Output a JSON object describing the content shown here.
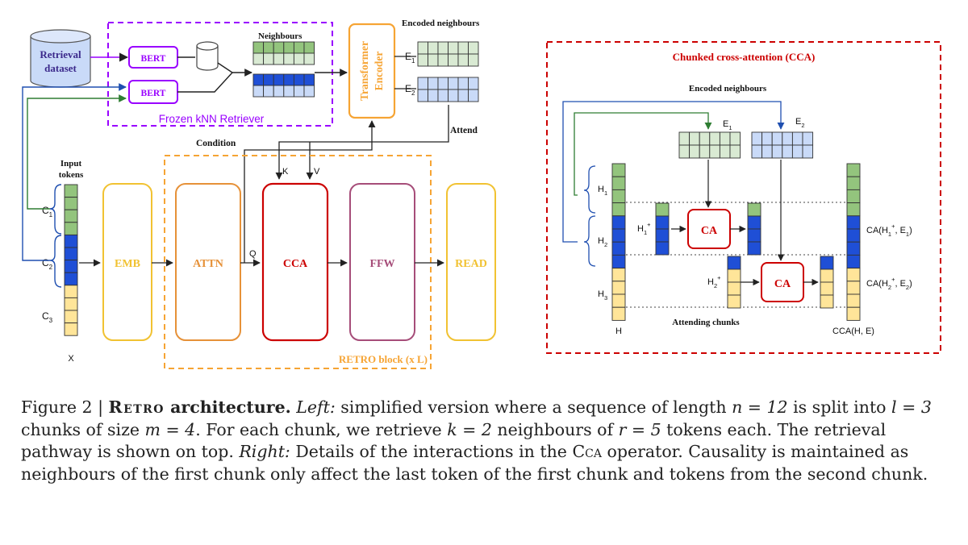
{
  "left": {
    "retrieval_dataset": [
      "Retrieval",
      "dataset"
    ],
    "bert_label": "BERT",
    "neighbours_label": "Neighbours",
    "frozen_retriever_label": "Frozen kNN Retriever",
    "transformer_encoder": [
      "Transformer",
      "Encoder"
    ],
    "encoded_neighbours_label": "Encoded neighbours",
    "e1": "E",
    "e1_sub": "1",
    "e2": "E",
    "e2_sub": "2",
    "attend_label": "Attend",
    "condition_label": "Condition",
    "input_tokens": [
      "Input",
      "tokens"
    ],
    "chunks": [
      {
        "label": "C",
        "sub": "1"
      },
      {
        "label": "C",
        "sub": "2"
      },
      {
        "label": "C",
        "sub": "3"
      }
    ],
    "x_label": "X",
    "blocks": {
      "emb": "EMB",
      "attn": "ATTN",
      "cca": "CCA",
      "ffw": "FFW",
      "read": "READ"
    },
    "k_label": "K",
    "v_label": "V",
    "q_label": "Q",
    "retro_block_label": "RETRO block (x L)"
  },
  "right": {
    "title": "Chunked cross-attention (CCA)",
    "encoded_neighbours_label": "Encoded neighbours",
    "e1": "E",
    "e1_sub": "1",
    "e2": "E",
    "e2_sub": "2",
    "h1": "H",
    "h1_sub": "1",
    "h2": "H",
    "h2_sub": "2",
    "h3": "H",
    "h3_sub": "3",
    "h1plus": "H",
    "h1plus_sub": "1",
    "h1plus_sup": "+",
    "h2plus": "H",
    "h2plus_sub": "2",
    "h2plus_sup": "+",
    "ca_label": "CA",
    "ca_out1": [
      "CA(H",
      "1",
      "+",
      ", E",
      "1",
      ")"
    ],
    "ca_out2": [
      "CA(H",
      "2",
      "+",
      ", E",
      "2",
      ")"
    ],
    "h_label": "H",
    "attending_chunks_label": "Attending chunks",
    "cca_out_label": "CCA(H, E)"
  },
  "caption": {
    "fig": "Figure 2 | ",
    "retro": "Retro",
    "arch": " architecture.",
    "left_label": " Left:",
    "text1": " simplified version where a sequence of length ",
    "n_eq": "n = 12",
    "text2": " is split into ",
    "l_eq": "l = 3",
    "text3": " chunks of size ",
    "m_eq": "m = 4",
    "text4": ". For each chunk, we retrieve ",
    "k_eq": "k = 2",
    "text5": " neighbours of ",
    "r_eq": "r = 5",
    "text6": " tokens each. The retrieval pathway is shown on top. ",
    "right_label": "Right:",
    "text7": " Details of the interactions in the ",
    "cca": "Cca",
    "text8": " operator. Causality is maintained as neighbours of the first chunk only affect the last token of the first chunk and tokens from the second chunk."
  },
  "colors": {
    "green": "#93c47d",
    "green_light": "#d9ead3",
    "blue": "#1f4fd6",
    "blue_light": "#c9daf8",
    "yellow": "#ffe599",
    "purple": "#9900ff",
    "orange": "#f6a434",
    "red": "#cc0000",
    "ffw": "#a64d79",
    "read": "#f1c232",
    "emb": "#f1c232"
  }
}
